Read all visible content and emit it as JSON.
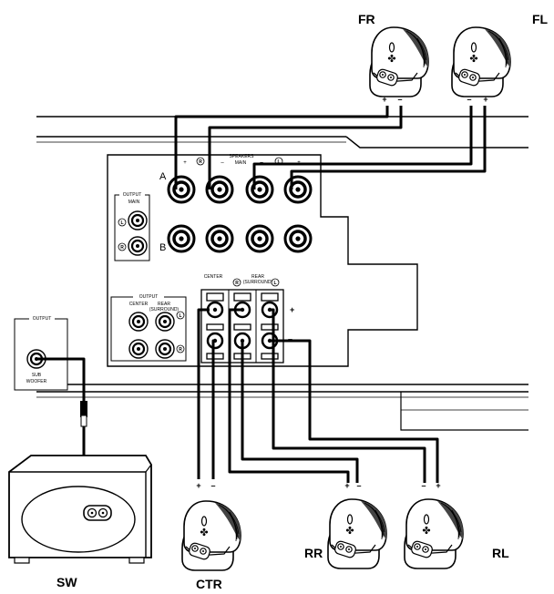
{
  "speaker_labels": {
    "fr": "FR",
    "fl": "FL",
    "sw": "SW",
    "ctr": "CTR",
    "rr": "RR",
    "rl": "RL"
  },
  "polarity": {
    "plus": "+",
    "minus": "–"
  },
  "receiver": {
    "speakers_title": "SPEAKERS",
    "main_label": "MAIN",
    "channel_r": "R",
    "channel_l": "L",
    "row_a": "A",
    "row_b": "B",
    "output_label": "OUTPUT",
    "output_main": "MAIN",
    "center_label": "CENTER",
    "rear_label": "REAR",
    "surround_label": "(SURROUND)",
    "sub_label": "SUB",
    "woofer_label": "WOOFER"
  }
}
